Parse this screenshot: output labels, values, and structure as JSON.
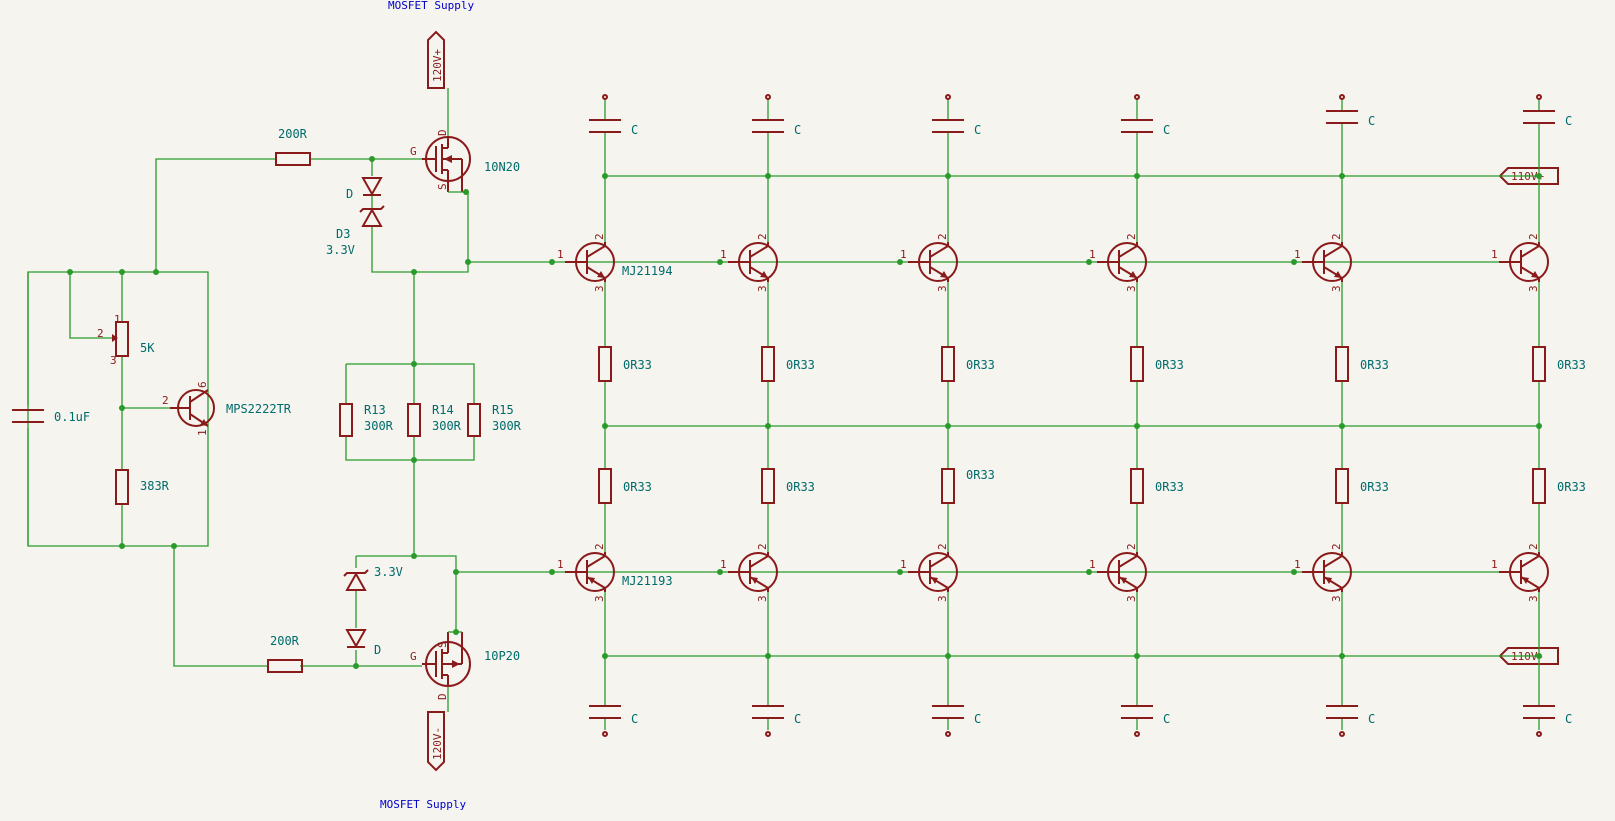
{
  "supply": {
    "top_title": "MOSFET Supply",
    "bottom_title": "MOSFET Supply",
    "top_rail": "120V+",
    "bottom_rail": "120V-",
    "out_pos": "110V+",
    "out_neg": "110V-"
  },
  "bias": {
    "cap": "0.1uF",
    "pot": "5K",
    "res": "383R",
    "transistor": "MPS2222TR",
    "pot_pins": [
      "1",
      "2",
      "3"
    ],
    "q_pins": [
      "2",
      "6",
      "1"
    ]
  },
  "driver": {
    "gate_res_top": "200R",
    "gate_res_bottom": "200R",
    "mosfet_top": "10N20",
    "mosfet_bottom": "10P20",
    "diode_top": "D",
    "zener_top_ref": "D3",
    "zener_top_val": "3.3V",
    "zener_bottom_val": "3.3V",
    "diode_bottom": "D",
    "gate_pin": "G",
    "drain_pin": "D",
    "source_pin": "S",
    "r13": "R13",
    "r14": "R14",
    "r15": "R15",
    "r_val": "300R"
  },
  "output_stage": {
    "npn_part": "MJ21194",
    "pnp_part": "MJ21193",
    "emitter_res": "0R33",
    "emitter_res_row2_col3": "0R33",
    "cap": "C",
    "columns": 6,
    "pin_base": "1",
    "pin_collector": "2",
    "pin_emitter": "3"
  },
  "colors": {
    "wire": "#2a9a2a",
    "component": "#8b1a1a",
    "label": "#006b6b",
    "title": "#0000c8",
    "background": "#f5f4ef"
  }
}
